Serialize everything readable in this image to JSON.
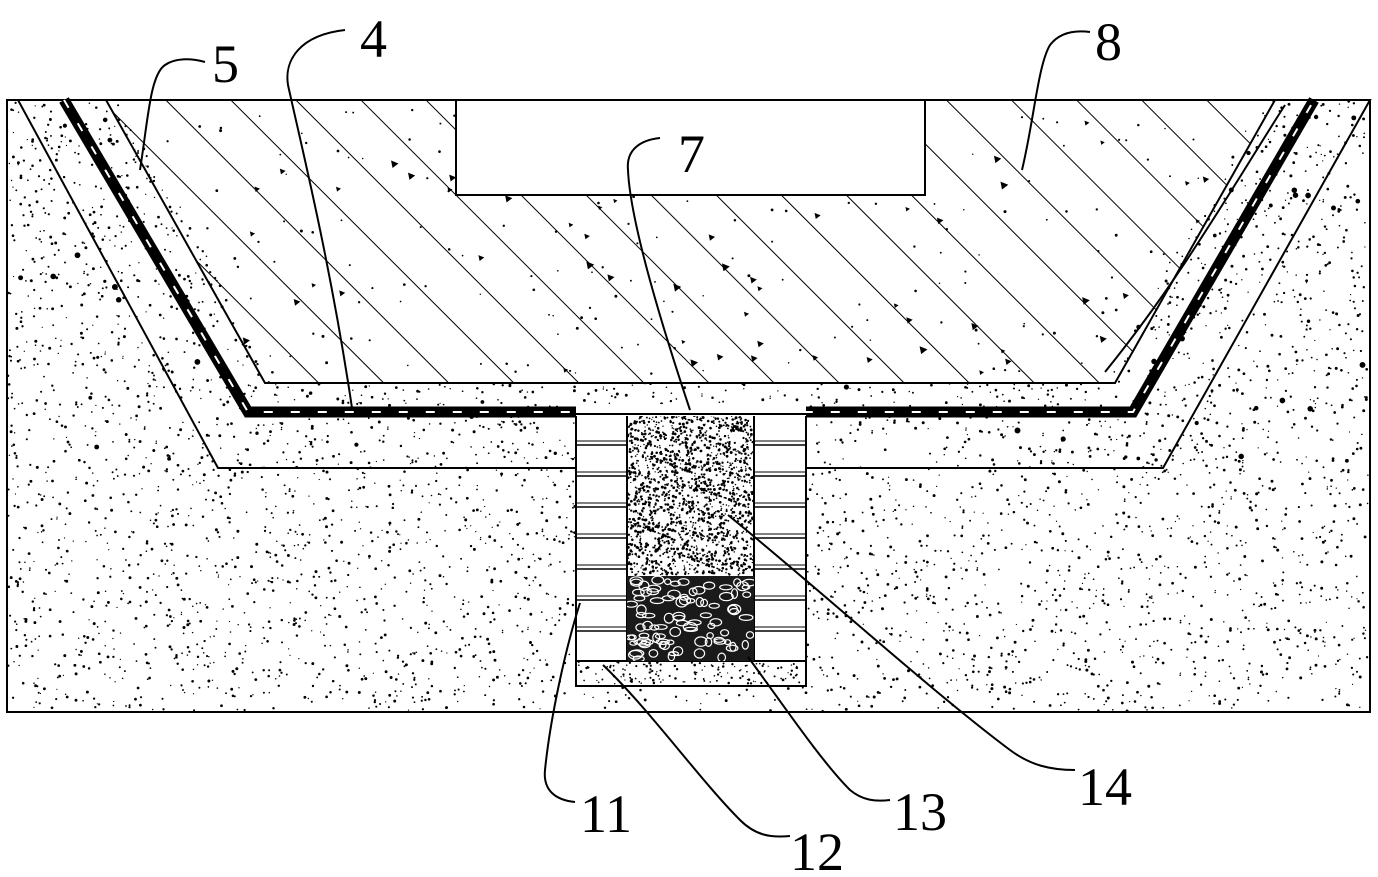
{
  "callouts": {
    "c4": "4",
    "c5": "5",
    "c7": "7",
    "c8": "8",
    "c11": "11",
    "c12": "12",
    "c13": "13",
    "c14": "14"
  },
  "colors": {
    "ink": "#000000",
    "paper": "#ffffff"
  }
}
